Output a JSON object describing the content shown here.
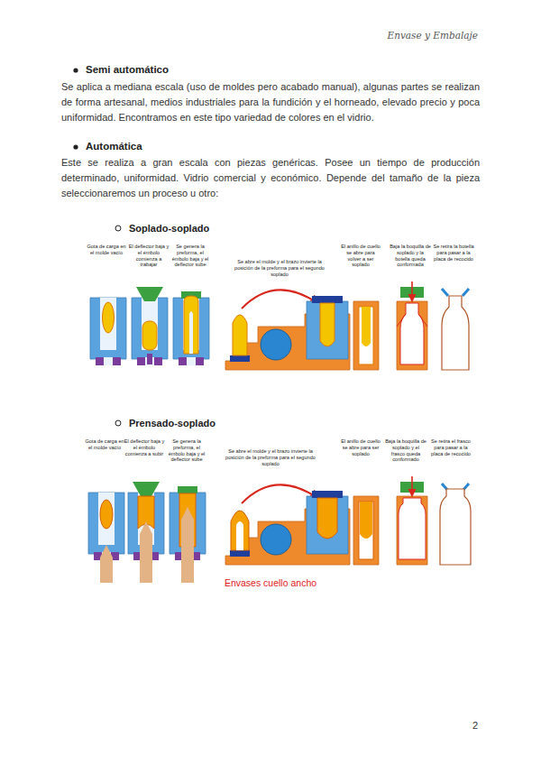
{
  "diagram": {
    "labels": [
      "Envase y Embalaje",
      "Semi automático",
      "Se aplica a mediana escala (uso de moldes pero acabado manual), algunas partes se realizan de forma artesanal, medios industriales para la fundición y el horneado, elevado precio y poca uniformidad. Encontramos en este tipo variedad de colores en el vidrio.",
      "Automática",
      "Este se realiza a gran escala con piezas genéricas. Posee un tiempo de producción determinado, uniformidad. Vidrio comercial y económico. Depende del tamaño de la pieza seleccionaremos un proceso u otro:",
      "Soplado-soplado",
      "Gota de carga en el molde vacío",
      "El deflector baja y el émbolo comienza a trabajar",
      "Se genera la preforma, el émbolo baja y el deflector sube",
      "Se abre el molde y el brazo invierte la posición de la preforma para el segundo soplado",
      "El anillo de cuello se abre para volver a ser soplado",
      "Baja la boquilla de soplado y la botella queda conformada",
      "Se retira la botella para pasar a la placa de recocido",
      "Prensado-soplado",
      "Gota de carga en el molde vacío",
      "El deflector baja y el émbolo comienza a subir",
      "Se genera la preforma, el émbolo baja y el deflector sube",
      "Se abre el molde y el brazo invierte la posición de la preforma para el segundo soplado",
      "El anillo de cuello se abre para ser soplado",
      "Baja la boquilla de soplado y el frasco queda conformado",
      "Se retira el frasco para pasar a la placa de recocido",
      "Envases cuello ancho",
      "2"
    ]
  }
}
